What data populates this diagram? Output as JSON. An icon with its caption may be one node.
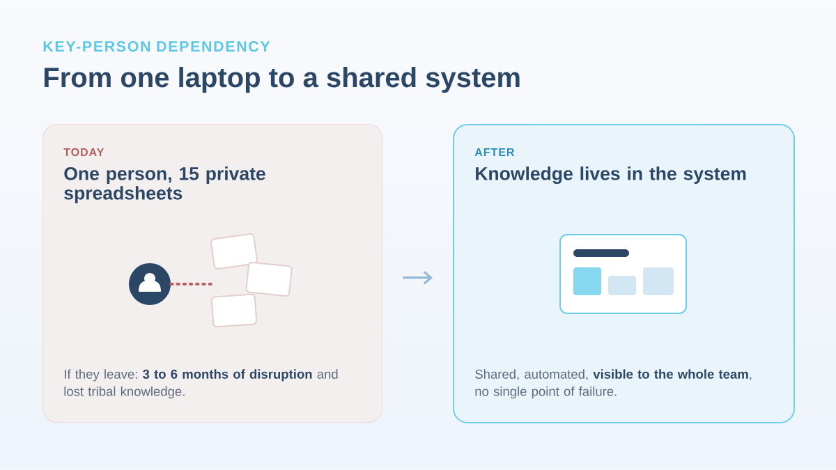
{
  "diagram": {
    "title": "From one laptop to a shared system",
    "labels": [
      "KEY-PERSON DEPENDENCY"
    ],
    "nodes": [
      {
        "text": [
          "TODAY",
          "One person, 15 private spreadsheets",
          "If they leave: **3 to 6 months of disruption** and lost tribal knowledge."
        ]
      },
      {
        "text": [],
        "shape": "person",
        "in": 0
      },
      {
        "text": [],
        "shape": "picture",
        "in": 0
      },
      {
        "text": [
          "AFTER",
          "Knowledge lives in the system",
          "Shared, automated, **visible to the whole team**, no single point of failure."
        ]
      }
    ],
    "edges": [
      {
        "from": 1,
        "to": 2,
        "arrow": "none",
        "style": "dashed",
        "color": "#b5605e"
      },
      {
        "from": 0,
        "to": 3,
        "arrow": "to",
        "color": "#8db7d3"
      }
    ]
  }
}
